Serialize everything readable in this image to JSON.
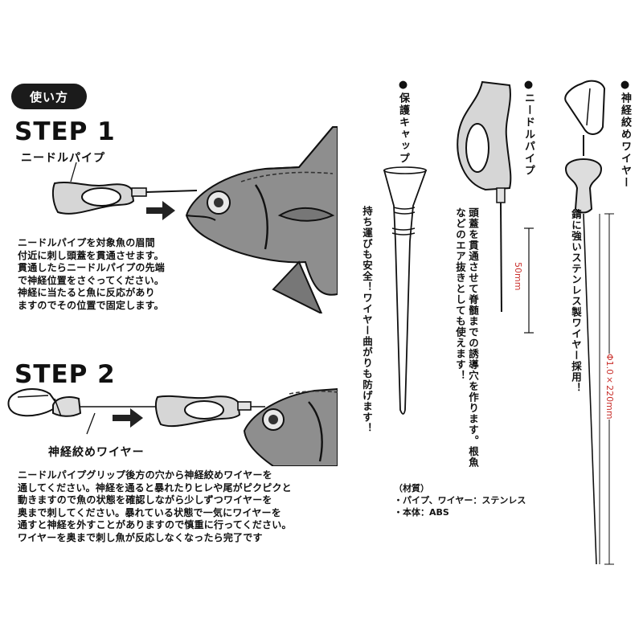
{
  "how_to_use_badge": "使い方",
  "step1": {
    "title": "STEP 1",
    "label": "ニードルパイプ",
    "lines": [
      "ニードルパイプを対象魚の眉間",
      "付近に刺し頭蓋を貫通させます。",
      "貫通したらニードルパイプの先端",
      "で神経位置をさぐってください。",
      "神経に当たると魚に反応があり",
      "ますのでその位置で固定します。"
    ]
  },
  "step2": {
    "title": "STEP 2",
    "label": "神経絞めワイヤー",
    "lines": [
      "ニードルパイプグリップ後方の穴から神経絞めワイヤーを",
      "通してください。神経を通ると暴れたりヒレや尾がピクピクと",
      "動きますので魚の状態を確認しながら少しずつワイヤーを",
      "奥まで刺してください。暴れている状態で一気にワイヤーを",
      "通すと神経を外すことがありますので慎重に行ってください。",
      "ワイヤーを奥まで刺し魚が反応しなくなったら完了です"
    ]
  },
  "cap": {
    "heading": "●保護キャップ",
    "description": "持ち運びも安全！ワイヤー曲がりも防げます！"
  },
  "needle": {
    "heading": "●ニードルパイプ",
    "description": "頭蓋を貫通させて脊髄までの誘導穴を作ります。根魚などのエア抜きとしても使えます！",
    "dimension": "50mm"
  },
  "wire": {
    "heading": "●神経絞めワイヤー",
    "description": "錆に強いステンレス製ワイヤー採用！",
    "dimension": "Φ1.0×220mm"
  },
  "material": {
    "title": "（材質）",
    "line1": "・パイプ、ワイヤー：ステンレス",
    "line2": "・本体：ABS"
  },
  "colors": {
    "fish_body": "#8e8e8e",
    "fish_dark": "#5a5a5a",
    "accent_red": "#c9302c",
    "badge_bg": "#1b1b1b"
  }
}
